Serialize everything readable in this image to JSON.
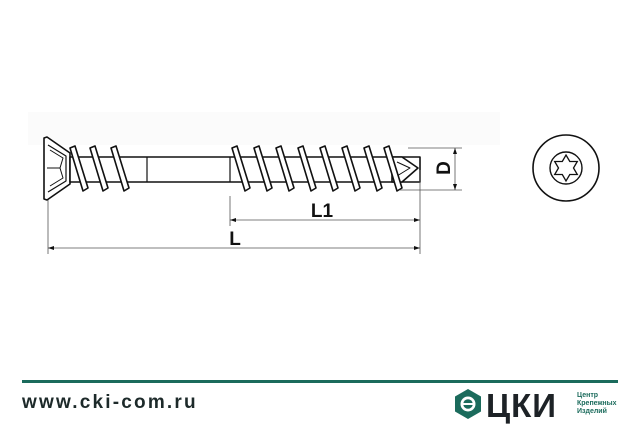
{
  "drawing": {
    "dimension_labels": {
      "length": "L",
      "thread_length": "L1",
      "diameter": "D"
    },
    "head_view_icon": "torx-drive-icon"
  },
  "footer": {
    "website": "www.cki-com.ru",
    "logo": {
      "wordmark": "ЦКИ",
      "subtitle_lines": [
        "Центр",
        "Крепежных",
        "Изделий"
      ],
      "brand_color": "#1b6b5c"
    }
  }
}
